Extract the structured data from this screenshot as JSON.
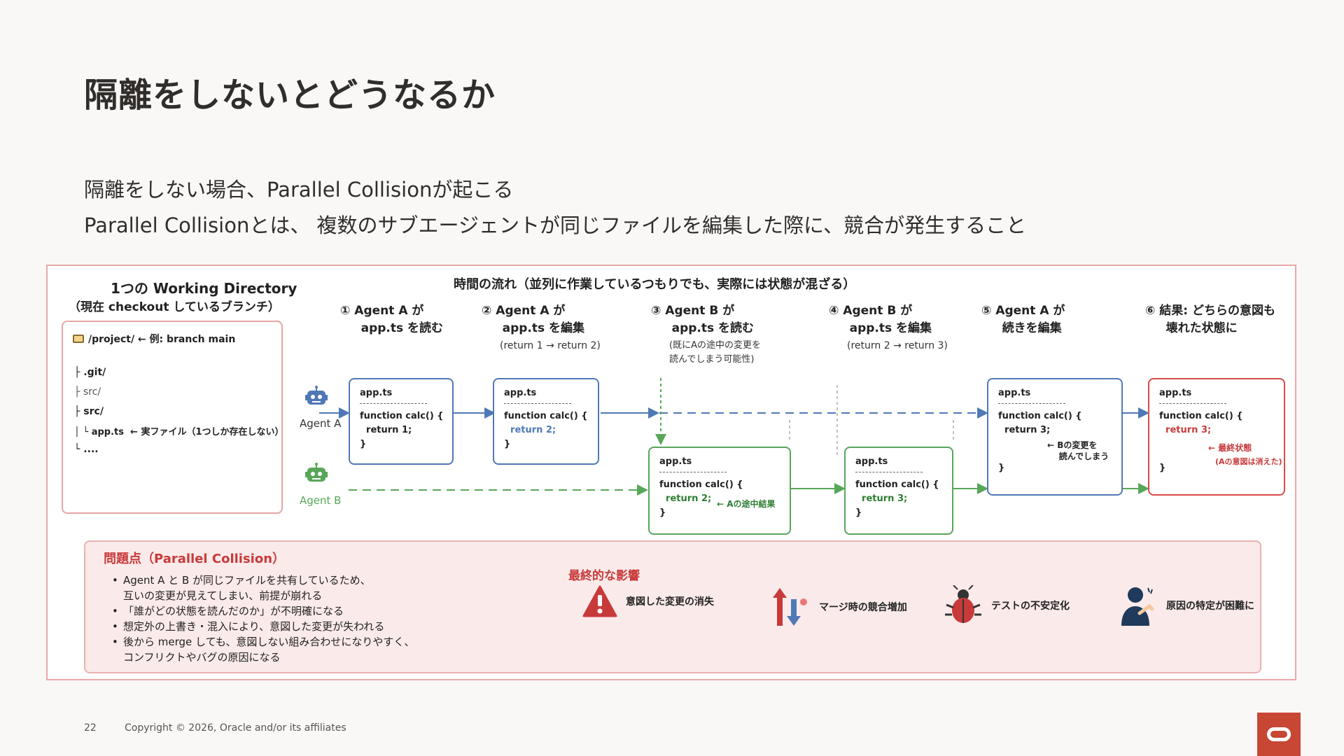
{
  "slide": {
    "title": "隔離をしないとどうなるか",
    "subtitle_line1": "隔離をしない場合、Parallel Collisionが起こる",
    "subtitle_line2": "Parallel Collisionとは、 複数のサブエージェントが同じファイルを編集した際に、競合が発生すること",
    "page_number": "22",
    "copyright": "Copyright © 2026, Oracle and/or its affiliates"
  },
  "diagram": {
    "working_dir": {
      "title": "1つの Working Directory",
      "subtitle": "（現在 checkout しているブランチ）",
      "root": "/project/   ← 例: branch main",
      "lines": [
        "├ .git/",
        "├ src/",
        "├ src/",
        "│ └ app.ts  ← 実ファイル（1つしか存在しない）",
        "└ ...."
      ]
    },
    "timeline_title": "時間の流れ（並列に作業しているつもりでも、実際には状態が混ざる）",
    "agents": {
      "a": "Agent A",
      "b": "Agent B"
    },
    "steps": [
      {
        "head": "① Agent A が\n     app.ts を読む",
        "sub": ""
      },
      {
        "head": "② Agent A が\n     app.ts を編集",
        "sub": "(return 1 → return 2)"
      },
      {
        "head": "③ Agent B が\n     app.ts を読む",
        "sub": "(既にAの途中の変更を\n読んでしまう可能性)"
      },
      {
        "head": "④ Agent B が\n     app.ts を編集",
        "sub": "(return 2 → return 3)"
      },
      {
        "head": "⑤ Agent A が\n     続きを編集",
        "sub": ""
      },
      {
        "head": "⑥ 結果: どちらの意図も\n     壊れた状態に",
        "sub": ""
      }
    ],
    "code_boxes": [
      {
        "file": "app.ts",
        "fn": "function calc() {",
        "ret": "  return 1;",
        "close": "}",
        "note": ""
      },
      {
        "file": "app.ts",
        "fn": "function calc() {",
        "ret": "  return 2;",
        "close": "}",
        "note": ""
      },
      {
        "file": "app.ts",
        "fn": "function calc() {",
        "ret": "  return 2;",
        "close": "}",
        "note": "← Aの途中結果"
      },
      {
        "file": "app.ts",
        "fn": "function calc() {",
        "ret": "  return 3;",
        "close": "}",
        "note": ""
      },
      {
        "file": "app.ts",
        "fn": "function calc() {",
        "ret": "  return 3;",
        "close": "}",
        "note": "← Bの変更を\n    読んでしまう"
      },
      {
        "file": "app.ts",
        "fn": "function calc() {",
        "ret": "  return 3;",
        "close": "}",
        "note": "← 最終状態",
        "note2": "(Aの意図は消えた)"
      }
    ],
    "problem": {
      "title": "問題点（Parallel Collision）",
      "items": [
        "Agent A と B が同じファイルを共有しているため、\n互いの変更が見えてしまい、前提が崩れる",
        "「誰がどの状態を読んだのか」が不明確になる",
        "想定外の上書き・混入により、意図した変更が失われる",
        "後から merge しても、意図しない組み合わせになりやすく、\nコンフリクトやバグの原因になる"
      ],
      "impact_title": "最終的な影響",
      "impacts": [
        {
          "icon": "warning-icon",
          "label": "意図した変更の消失"
        },
        {
          "icon": "merge-arrows-icon",
          "label": "マージ時の競合増加"
        },
        {
          "icon": "bug-icon",
          "label": "テストの不安定化"
        },
        {
          "icon": "confused-person-icon",
          "label": "原因の特定が困難に"
        }
      ]
    }
  },
  "colors": {
    "agent_a": "#4f79b6",
    "agent_b": "#58a659",
    "danger": "#c83a3a",
    "brand": "#c74634"
  }
}
